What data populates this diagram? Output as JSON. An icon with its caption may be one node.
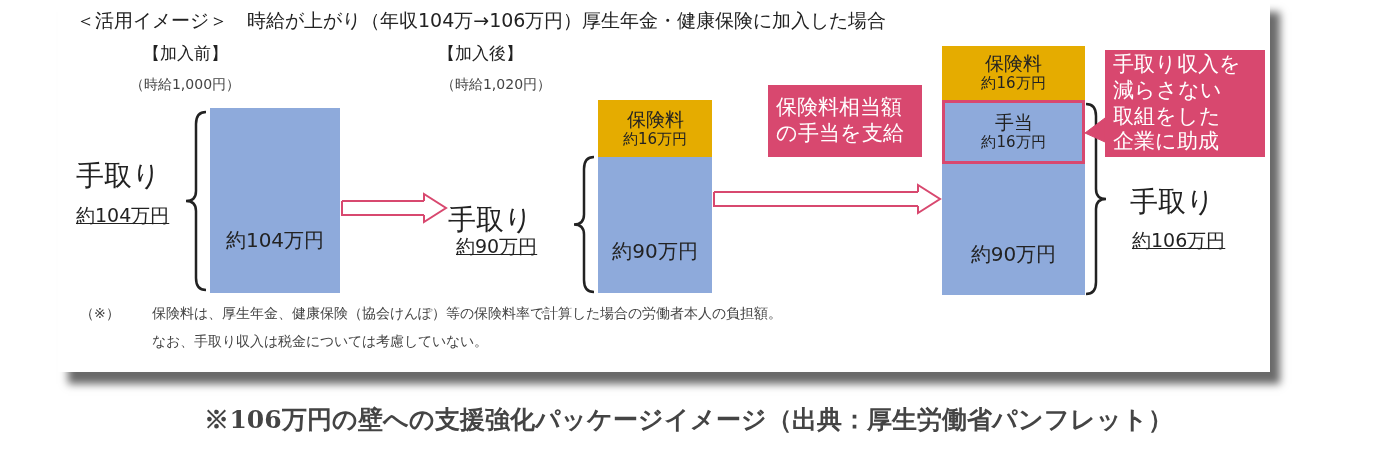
{
  "diagram": {
    "title": "＜活用イメージ＞　時給が上がり（年収104万→106万円）厚生年金・健康保険に加入した場合",
    "caption": "※106万円の壁への支援強化パッケージイメージ（出典：厚生労働省パンフレット）",
    "nodes": [
      {
        "text": [
          "約104万円"
        ]
      },
      {
        "text": [
          "手取り",
          "約90万円"
        ]
      },
      {
        "text": [
          "保険料",
          "約16万円"
        ]
      },
      {
        "text": [
          "約90万円"
        ]
      },
      {
        "text": [
          "保険料相当額の手当を支給"
        ]
      },
      {
        "text": [
          "保険料",
          "約16万円"
        ]
      },
      {
        "text": [
          "手当",
          "約16万円"
        ]
      },
      {
        "text": [
          "約90万円"
        ]
      },
      {
        "text": [
          "手取り収入を減らさない取組をした企業に助成"
        ]
      }
    ],
    "edges": [
      {
        "from": 0,
        "to": 1,
        "arrow": "to"
      },
      {
        "from": 3,
        "to": 7,
        "arrow": "to"
      },
      {
        "from": 8,
        "to": 6,
        "arrow": "to"
      }
    ],
    "labels": [
      "【加入前】",
      "（時給1,000円）",
      "【加入後】",
      "（時給1,020円）",
      "手取り",
      "約104万円",
      "手取り",
      "約106万円",
      "（※）",
      "保険料は、厚生年金、健康保険（協会けんぽ）等の保険料率で計算した場合の労働者本人の負担額。",
      "なお、手取り収入は税金については考慮していない。"
    ]
  }
}
